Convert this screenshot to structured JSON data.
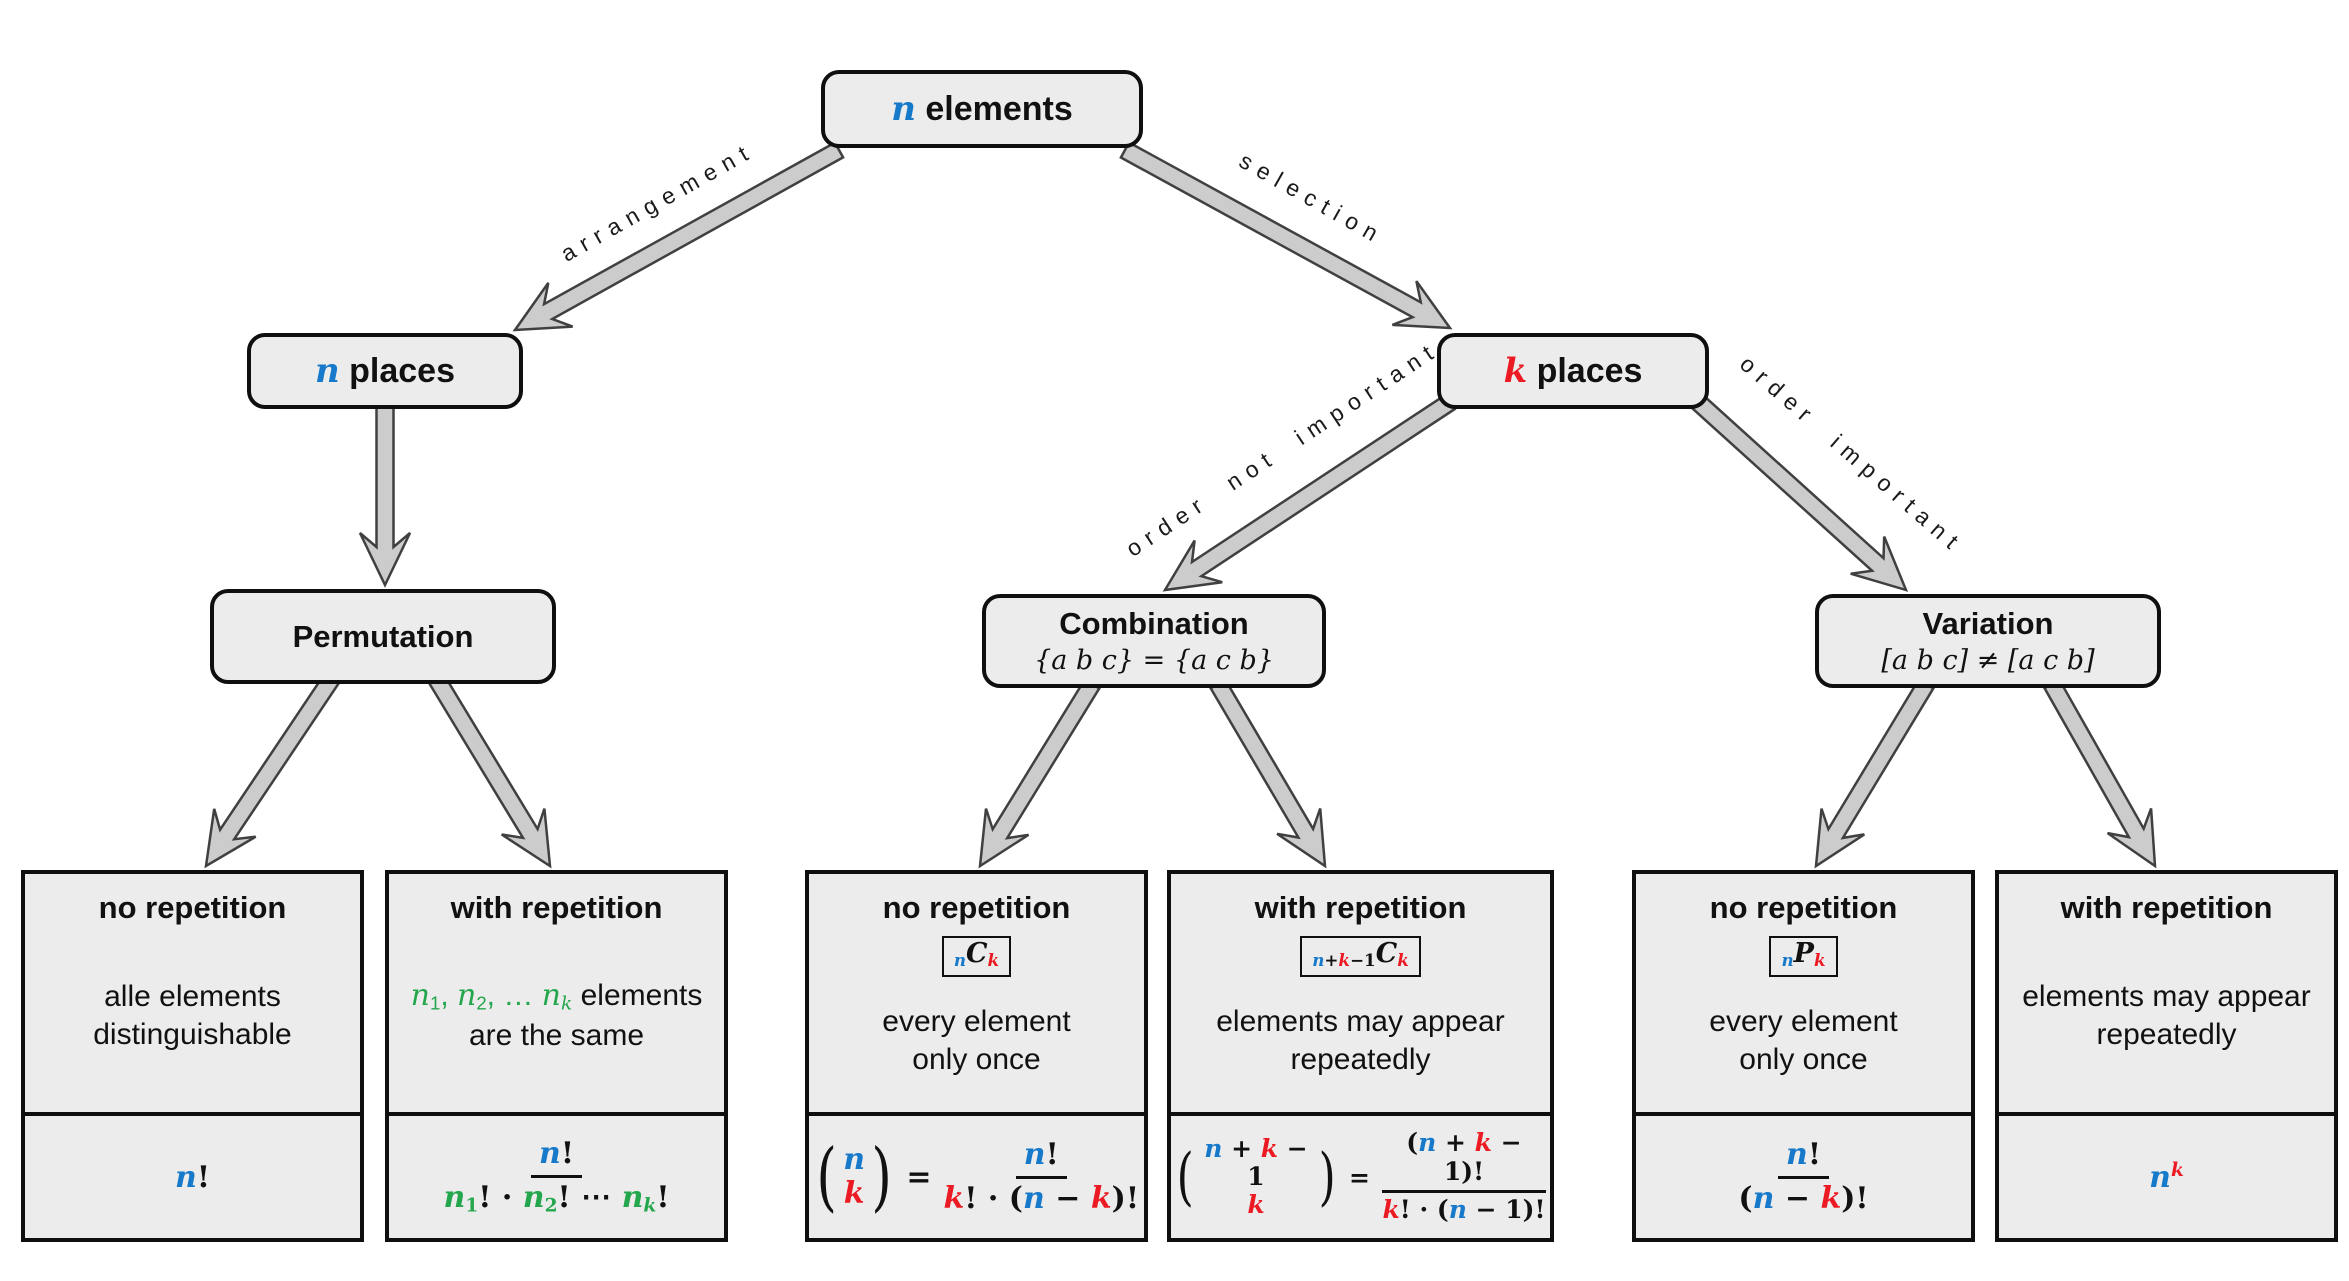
{
  "colors": {
    "blue": "#1679c9",
    "red": "#ec1b23",
    "green": "#23a64c",
    "black": "#111111",
    "box_fill": "#ececec",
    "box_border": "#0f0f0f",
    "arrow_fill": "#cccccc",
    "arrow_stroke": "#404040"
  },
  "nodes": {
    "root": {
      "label": [
        {
          "t": "n",
          "c": "blue",
          "v": true
        },
        {
          "t": " elements"
        }
      ]
    },
    "n_places": {
      "label": [
        {
          "t": "n",
          "c": "blue",
          "v": true
        },
        {
          "t": " places"
        }
      ]
    },
    "k_places": {
      "label": [
        {
          "t": "k",
          "c": "red",
          "v": true
        },
        {
          "t": " places"
        }
      ]
    },
    "permutation": {
      "title": "Permutation"
    },
    "combination": {
      "title": "Combination",
      "subtitle": "{a b c} = {a c b}"
    },
    "variation": {
      "title": "Variation",
      "subtitle": "[a b c] ≠ [a c b]"
    }
  },
  "edges": {
    "arrangement": "arrangement",
    "selection": "selection",
    "order_not_important": "order not important",
    "order_important": "order important"
  },
  "leaves": [
    {
      "title": "no repetition",
      "badge": null,
      "desc": [
        [
          {
            "t": "alle elements"
          }
        ],
        [
          {
            "t": "distinguishable"
          }
        ]
      ],
      "formula": {
        "type": "segs",
        "segs": [
          {
            "t": "n",
            "c": "blue",
            "v": true
          },
          {
            "t": "!"
          }
        ]
      }
    },
    {
      "title": "with repetition",
      "badge": null,
      "desc": [
        [
          {
            "t": "n",
            "c": "green",
            "v": true
          },
          {
            "t": "1",
            "c": "green",
            "sub": true
          },
          {
            "t": ", ",
            "c": "green"
          },
          {
            "t": "n",
            "c": "green",
            "v": true
          },
          {
            "t": "2",
            "c": "green",
            "sub": true
          },
          {
            "t": ", … ",
            "c": "green"
          },
          {
            "t": "n",
            "c": "green",
            "v": true
          },
          {
            "t": "k",
            "c": "green",
            "v": true,
            "sub": true
          },
          {
            "t": " elements"
          }
        ],
        [
          {
            "t": "are the same"
          }
        ]
      ],
      "formula": {
        "type": "frac",
        "num": [
          {
            "t": "n",
            "c": "blue",
            "v": true
          },
          {
            "t": "!"
          }
        ],
        "den": [
          {
            "t": "n",
            "c": "green",
            "v": true
          },
          {
            "t": "1",
            "c": "green",
            "sub": true
          },
          {
            "t": "! · "
          },
          {
            "t": "n",
            "c": "green",
            "v": true
          },
          {
            "t": "2",
            "c": "green",
            "sub": true
          },
          {
            "t": "! ⋯ "
          },
          {
            "t": "n",
            "c": "green",
            "v": true
          },
          {
            "t": "k",
            "c": "green",
            "v": true,
            "sub": true
          },
          {
            "t": "!"
          }
        ]
      }
    },
    {
      "title": "no repetition",
      "badge": [
        {
          "t": "n",
          "c": "blue",
          "v": true,
          "sub": true
        },
        {
          "t": "C",
          "v": true
        },
        {
          "t": "k",
          "c": "red",
          "v": true,
          "sub": true
        }
      ],
      "desc": [
        [
          {
            "t": "every element"
          }
        ],
        [
          {
            "t": "only once"
          }
        ]
      ],
      "formula": {
        "type": "row",
        "items": [
          {
            "type": "binom",
            "top": [
              {
                "t": "n",
                "c": "blue",
                "v": true
              }
            ],
            "bot": [
              {
                "t": "k",
                "c": "red",
                "v": true
              }
            ]
          },
          {
            "type": "segs",
            "segs": [
              {
                "t": "=",
                "cls": "eq"
              }
            ]
          },
          {
            "type": "frac",
            "num": [
              {
                "t": "n",
                "c": "blue",
                "v": true
              },
              {
                "t": "!"
              }
            ],
            "den": [
              {
                "t": "k",
                "c": "red",
                "v": true
              },
              {
                "t": "! · ("
              },
              {
                "t": "n",
                "c": "blue",
                "v": true
              },
              {
                "t": " − "
              },
              {
                "t": "k",
                "c": "red",
                "v": true
              },
              {
                "t": ")!"
              }
            ]
          }
        ]
      }
    },
    {
      "title": "with repetition",
      "badge": [
        {
          "t": "n",
          "c": "blue",
          "v": true,
          "sub": true
        },
        {
          "t": "+",
          "sub": true
        },
        {
          "t": "k",
          "c": "red",
          "v": true,
          "sub": true
        },
        {
          "t": "−1",
          "sub": true
        },
        {
          "t": "C",
          "v": true
        },
        {
          "t": "k",
          "c": "red",
          "v": true,
          "sub": true
        }
      ],
      "desc": [
        [
          {
            "t": "elements may appear"
          }
        ],
        [
          {
            "t": "repeatedly"
          }
        ]
      ],
      "formula": {
        "type": "row",
        "items": [
          {
            "type": "binom",
            "top": [
              {
                "t": "n",
                "c": "blue",
                "v": true
              },
              {
                "t": " + "
              },
              {
                "t": "k",
                "c": "red",
                "v": true
              },
              {
                "t": " − 1"
              }
            ],
            "bot": [
              {
                "t": "k",
                "c": "red",
                "v": true
              }
            ]
          },
          {
            "type": "segs",
            "segs": [
              {
                "t": "=",
                "cls": "eq"
              }
            ]
          },
          {
            "type": "frac",
            "num": [
              {
                "t": "("
              },
              {
                "t": "n",
                "c": "blue",
                "v": true
              },
              {
                "t": " + "
              },
              {
                "t": "k",
                "c": "red",
                "v": true
              },
              {
                "t": " − 1)!"
              }
            ],
            "den": [
              {
                "t": "k",
                "c": "red",
                "v": true
              },
              {
                "t": "! · ("
              },
              {
                "t": "n",
                "c": "blue",
                "v": true
              },
              {
                "t": " − 1)!"
              }
            ]
          }
        ]
      }
    },
    {
      "title": "no repetition",
      "badge": [
        {
          "t": "n",
          "c": "blue",
          "v": true,
          "sub": true
        },
        {
          "t": "P",
          "v": true
        },
        {
          "t": "k",
          "c": "red",
          "v": true,
          "sub": true
        }
      ],
      "desc": [
        [
          {
            "t": "every element"
          }
        ],
        [
          {
            "t": "only once"
          }
        ]
      ],
      "formula": {
        "type": "frac",
        "num": [
          {
            "t": "n",
            "c": "blue",
            "v": true
          },
          {
            "t": "!"
          }
        ],
        "den": [
          {
            "t": "("
          },
          {
            "t": "n",
            "c": "blue",
            "v": true
          },
          {
            "t": " − "
          },
          {
            "t": "k",
            "c": "red",
            "v": true
          },
          {
            "t": ")!"
          }
        ]
      }
    },
    {
      "title": "with repetition",
      "badge": null,
      "desc": [
        [
          {
            "t": "elements may appear"
          }
        ],
        [
          {
            "t": "repeatedly"
          }
        ]
      ],
      "formula": {
        "type": "segs",
        "segs": [
          {
            "t": "n",
            "c": "blue",
            "v": true
          },
          {
            "t": "k",
            "c": "red",
            "v": true,
            "sup": true
          }
        ]
      }
    }
  ]
}
